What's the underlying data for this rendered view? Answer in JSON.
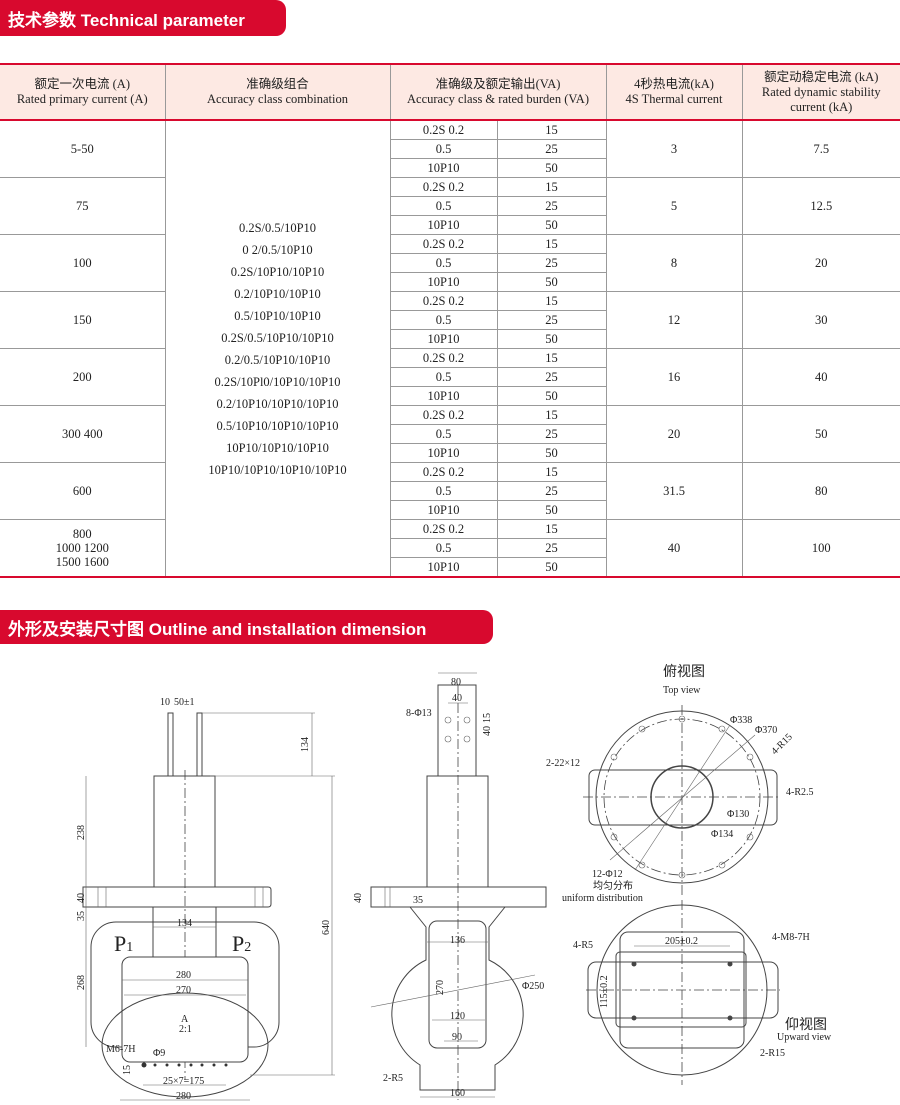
{
  "section1_title": "技术参数 Technical parameter",
  "section2_title": "外形及安装尺寸图 Outline and installation dimension",
  "table": {
    "headers": [
      {
        "cn": "额定一次电流 (A)",
        "en": "Rated primary current (A)"
      },
      {
        "cn": "准确级组合",
        "en": "Accuracy class combination"
      },
      {
        "cn": "准确级及额定输出(VA)",
        "en": "Accuracy class & rated burden (VA)"
      },
      {
        "cn": "4秒热电流(kA)",
        "en": "4S Thermal current"
      },
      {
        "cn": "额定动稳定电流 (kA)",
        "en": "Rated dynamic stability current (kA)"
      }
    ],
    "combinations": [
      "0.2S/0.5/10P10",
      "0 2/0.5/10P10",
      "0.2S/10P10/10P10",
      "0.2/10P10/10P10",
      "0.5/10P10/10P10",
      "0.2S/0.5/10P10/10P10",
      "0.2/0.5/10P10/10P10",
      "0.2S/10Pl0/10P10/10P10",
      "0.2/10P10/10P10/10P10",
      "0.5/10P10/10P10/10P10",
      "10P10/10P10/10P10",
      "10P10/10P10/10P10/10P10"
    ],
    "burdens": [
      {
        "cls": "0.2S  0.2",
        "va": "15"
      },
      {
        "cls": "0.5",
        "va": "25"
      },
      {
        "cls": "10P10",
        "va": "50"
      }
    ],
    "groups": [
      {
        "current": "5-50",
        "thermal": "3",
        "dynamic": "7.5"
      },
      {
        "current": "75",
        "thermal": "5",
        "dynamic": "12.5"
      },
      {
        "current": "100",
        "thermal": "8",
        "dynamic": "20"
      },
      {
        "current": "150",
        "thermal": "12",
        "dynamic": "30"
      },
      {
        "current": "200",
        "thermal": "16",
        "dynamic": "40"
      },
      {
        "current": "300  400",
        "thermal": "20",
        "dynamic": "50"
      },
      {
        "current": "600",
        "thermal": "31.5",
        "dynamic": "80"
      },
      {
        "current": "800\n1000  1200\n1500  1600",
        "thermal": "40",
        "dynamic": "100"
      }
    ]
  },
  "drawing": {
    "front": {
      "d1": "10",
      "d2": "50±1",
      "d3": "134",
      "d4": "238",
      "d5": "40",
      "d6": "35",
      "d7": "134",
      "p1": "P",
      "p1s": "1",
      "p2": "P",
      "p2s": "2",
      "d8": "268",
      "d9": "280",
      "d10": "270",
      "d11": "640",
      "a": "A",
      "scale": "2:1",
      "m6": "M6-7H",
      "phi9": "Φ9",
      "d12": "15",
      "d13": "25×7=175",
      "d14": "280"
    },
    "side": {
      "d1": "80",
      "d2": "40",
      "holes": "8-Φ13",
      "d3": "15",
      "d4": "40",
      "d5": "40",
      "d6": "35",
      "d7": "136",
      "d8": "270",
      "d9": "120",
      "d10": "90",
      "phi": "Φ250",
      "r5": "2-R5",
      "d11": "160"
    },
    "top": {
      "title_cn": "俯视图",
      "title_en": "Top view",
      "p338": "Φ338",
      "p370": "Φ370",
      "r15": "4-R15",
      "slot": "2-22×12",
      "r25": "4-R2.5",
      "p130": "Φ130",
      "p134": "Φ134",
      "holes": "12-Φ12",
      "dist_cn": "均匀分布",
      "dist_en": "uniform distribution"
    },
    "bottom": {
      "d1": "205±0.2",
      "m8": "4-M8-7H",
      "r5": "4-R5",
      "d2": "115±0.2",
      "title_cn": "仰视图",
      "title_en": "Upward view",
      "r15": "2-R15"
    }
  }
}
